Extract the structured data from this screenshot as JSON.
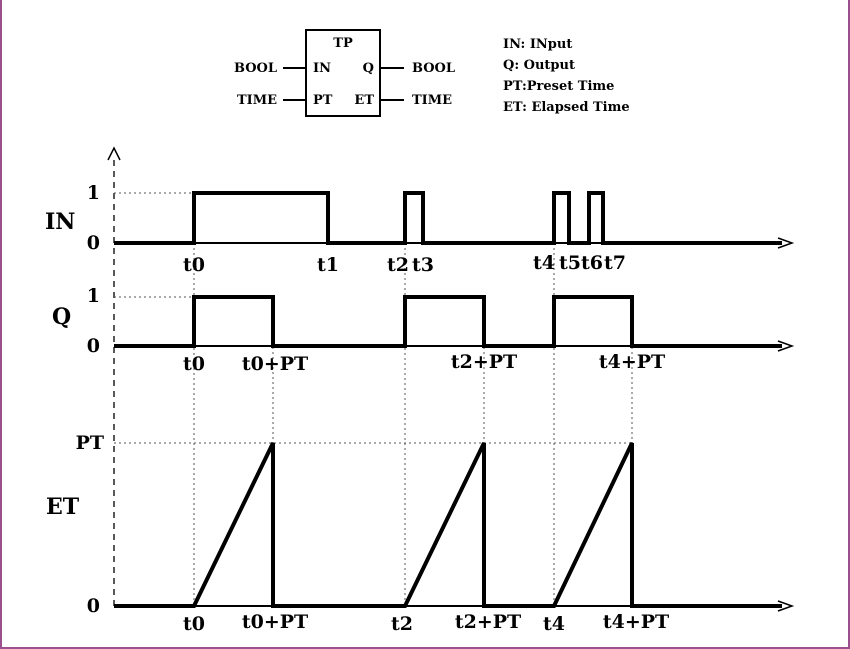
{
  "function_block": {
    "title": "TP",
    "inputs": [
      {
        "type": "BOOL",
        "pin": "IN"
      },
      {
        "type": "TIME",
        "pin": "PT"
      }
    ],
    "outputs": [
      {
        "type": "BOOL",
        "pin": "Q"
      },
      {
        "type": "TIME",
        "pin": "ET"
      }
    ]
  },
  "legend": [
    "IN: INput",
    "Q: Output",
    "PT:Preset Time",
    "ET: Elapsed Time"
  ],
  "signals": {
    "in": {
      "label": "IN",
      "high": "1",
      "low": "0"
    },
    "q": {
      "label": "Q",
      "high": "1",
      "low": "0"
    },
    "et": {
      "label": "ET",
      "high": "PT",
      "low": "0"
    }
  },
  "time_labels": {
    "in": [
      "t0",
      "t1",
      "t2",
      "t3",
      "t4",
      "t5",
      "t6",
      "t7"
    ],
    "q": [
      "t0",
      "t0+PT",
      "t2+PT",
      "t4+PT"
    ],
    "et": [
      "t0",
      "t0+PT",
      "t2",
      "t2+PT",
      "t4",
      "t4+PT"
    ]
  },
  "chart_data": {
    "type": "line",
    "title": "",
    "x_points": [
      "t0",
      "t1",
      "t2",
      "t3",
      "t4",
      "t5",
      "t6",
      "t7",
      "t0+PT",
      "t2+PT",
      "t4+PT"
    ],
    "series": [
      {
        "name": "IN",
        "values": [
          {
            "x": "t0",
            "y": 1
          },
          {
            "x": "t1",
            "y": 0
          },
          {
            "x": "t2",
            "y": 1
          },
          {
            "x": "t3",
            "y": 0
          },
          {
            "x": "t4",
            "y": 1
          },
          {
            "x": "t5",
            "y": 0
          },
          {
            "x": "t6",
            "y": 1
          },
          {
            "x": "t7",
            "y": 0
          }
        ]
      },
      {
        "name": "Q",
        "values": [
          {
            "x": "t0",
            "y": 1
          },
          {
            "x": "t0+PT",
            "y": 0
          },
          {
            "x": "t2",
            "y": 1
          },
          {
            "x": "t2+PT",
            "y": 0
          },
          {
            "x": "t4",
            "y": 1
          },
          {
            "x": "t4+PT",
            "y": 0
          }
        ]
      },
      {
        "name": "ET",
        "values": [
          {
            "x": "t0",
            "y": "0"
          },
          {
            "x": "t0+PT",
            "y": "PT"
          },
          {
            "x": "t2",
            "y": "0"
          },
          {
            "x": "t2+PT",
            "y": "PT"
          },
          {
            "x": "t4",
            "y": "0"
          },
          {
            "x": "t4+PT",
            "y": "PT"
          }
        ]
      }
    ]
  }
}
